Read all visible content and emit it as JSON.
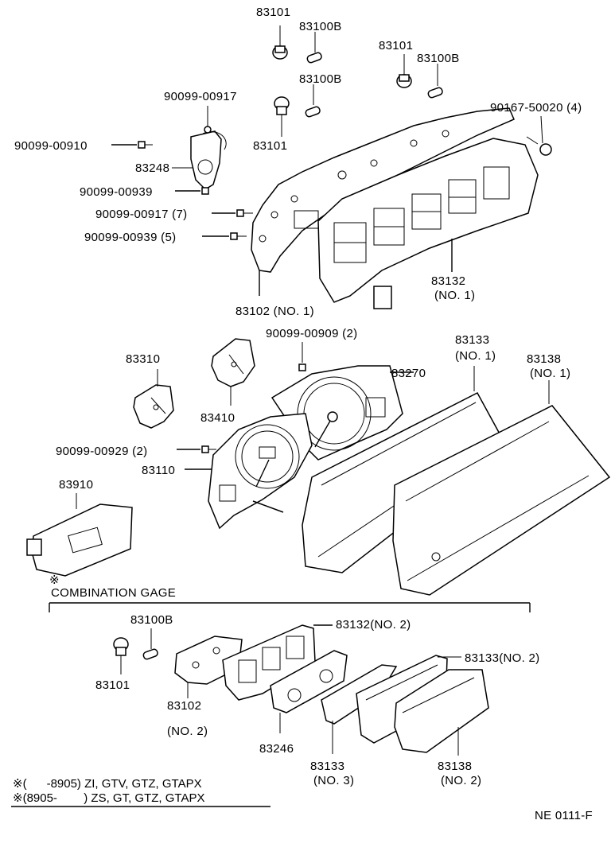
{
  "labels": {
    "p83101_a": "83101",
    "p83100b_a": "83100B",
    "p83101_b": "83101",
    "p83100b_b": "83100B",
    "p83100b_c": "83100B",
    "p83101_c": "83101",
    "p90099_00917": "90099-00917",
    "p90099_00910": "90099-00910",
    "p83248": "83248",
    "p90099_00939": "90099-00939",
    "p90099_00917_7": "90099-00917 (7)",
    "p90099_00939_5": "90099-00939 (5)",
    "p90167_50020_4": "90167-50020 (4)",
    "p83132_no1_a": "83132",
    "p83132_no1_b": "(NO. 1)",
    "p83102_no1": "83102 (NO. 1)",
    "p90099_00909_2": "90099-00909 (2)",
    "p83310": "83310",
    "p83410": "83410",
    "p83270": "83270",
    "p83133_no1_a": "83133",
    "p83133_no1_b": "(NO. 1)",
    "p83138_no1_a": "83138",
    "p83138_no1_b": "(NO. 1)",
    "p90099_00929_2": "90099-00929 (2)",
    "p83110": "83110",
    "p83910": "83910",
    "asterisk": "※",
    "combination_gage": "COMBINATION GAGE",
    "p83100b_d": "83100B",
    "p83101_d": "83101",
    "p83132_no2": "83132(NO. 2)",
    "p83133_no2": "83133(NO. 2)",
    "p83102_no2_a": "83102",
    "p83102_no2_b": "(NO. 2)",
    "p83246": "83246",
    "p83133_no3_a": "83133",
    "p83133_no3_b": "(NO. 3)",
    "p83138_no2_a": "83138",
    "p83138_no2_b": "(NO. 2)",
    "note1": "※(      -8905) ZI, GTV, GTZ, GTAPX",
    "note2": "※(8905-        ) ZS, GT, GTZ, GTAPX",
    "ref": "NE 0111-F"
  }
}
